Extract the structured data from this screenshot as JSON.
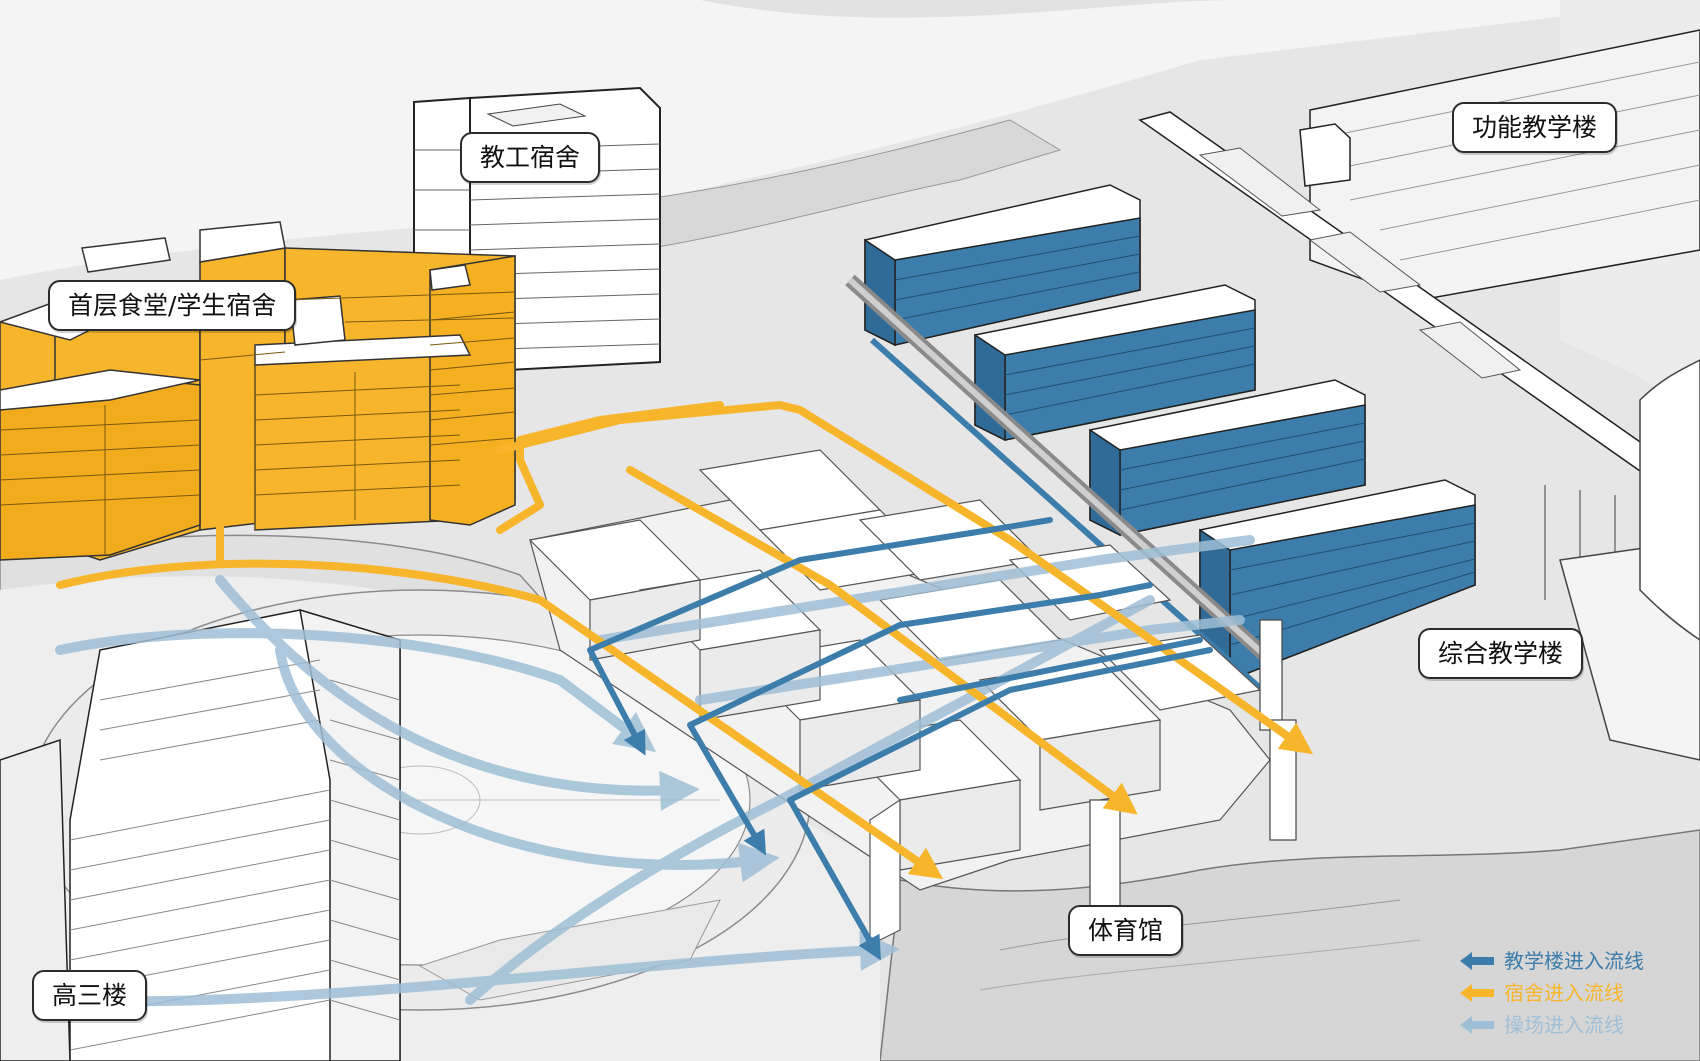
{
  "labels": {
    "teacher_dorm": "教工宿舍",
    "canteen_dorm": "首层食堂/学生宿舍",
    "function_building": "功能教学楼",
    "comprehensive_building": "综合教学楼",
    "gymnasium": "体育馆",
    "senior_three_building": "高三楼"
  },
  "legend": {
    "teaching_flow": "教学楼进入流线",
    "dorm_flow": "宿舍进入流线",
    "field_flow": "操场进入流线"
  },
  "colors": {
    "teaching_blue": "#3d7dab",
    "dorm_yellow": "#f7b52c",
    "field_lightblue": "#9fbfd6",
    "background": "#f4f4f4"
  },
  "icons": {
    "teaching_arrow": "arrow-left-icon",
    "dorm_arrow": "arrow-left-icon",
    "field_arrow": "arrow-left-icon"
  }
}
